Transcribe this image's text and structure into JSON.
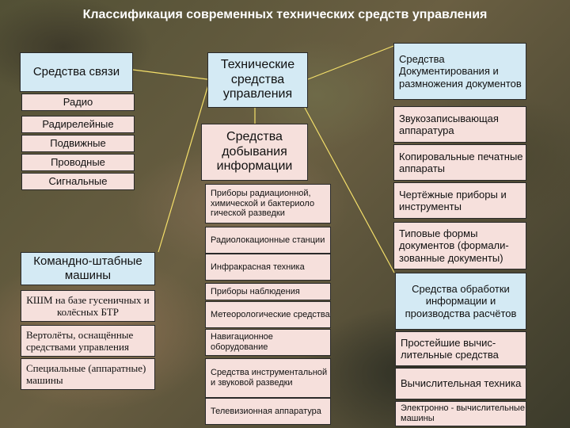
{
  "title": "Классификация современных технических средств управления",
  "center": {
    "main": "Технические средства управления",
    "dobyvanie": "Средства добывания информации"
  },
  "left": {
    "svyazi": "Средства связи",
    "radio": "Радио",
    "radiorele": "Радирелейные",
    "podvizhnye": "Подвижные",
    "provodnye": "Проводные",
    "signalnye": "Сигнальные",
    "ksm": "Командно-штабные машины",
    "kshm_btr": "КШМ на базе гусеничных и колёсных БТР",
    "vertolety": "Вертолёты, оснащённые средствами управления",
    "specialnye": "Специальные (аппаратные) машины"
  },
  "middle_list": [
    "Приборы радиационной, химической и бактериоло гической разведки",
    "Радиолокационные станции",
    "Инфракрасная техника",
    "Приборы наблюдения",
    "Метеорологические средства",
    "Навигационное оборудование",
    "Средства инструментальной и звуковой разведки",
    "Телевизионная аппаратура"
  ],
  "right": {
    "doc_header": "Средства Документирования и размножения документов",
    "zvukozap": "Звукозаписывающая аппаратура",
    "kopir": "Копировальные печатные аппараты",
    "chertezh": "Чертёжные приборы и инструменты",
    "tipovye": "Типовые формы документов (формали-зованные документы)",
    "obrabotka_header": "Средства обработки информации и производства расчётов",
    "prosteishie": "Простейшие вычис-лительные средства",
    "vychislit": "Вычислительная техника",
    "elektronno": "Электронно - вычислительные машины"
  },
  "colors": {
    "header_box": "#d4eaf4",
    "item_box": "#f6e0dc",
    "connector": "#f5e06a",
    "title_text": "#ffffff"
  }
}
